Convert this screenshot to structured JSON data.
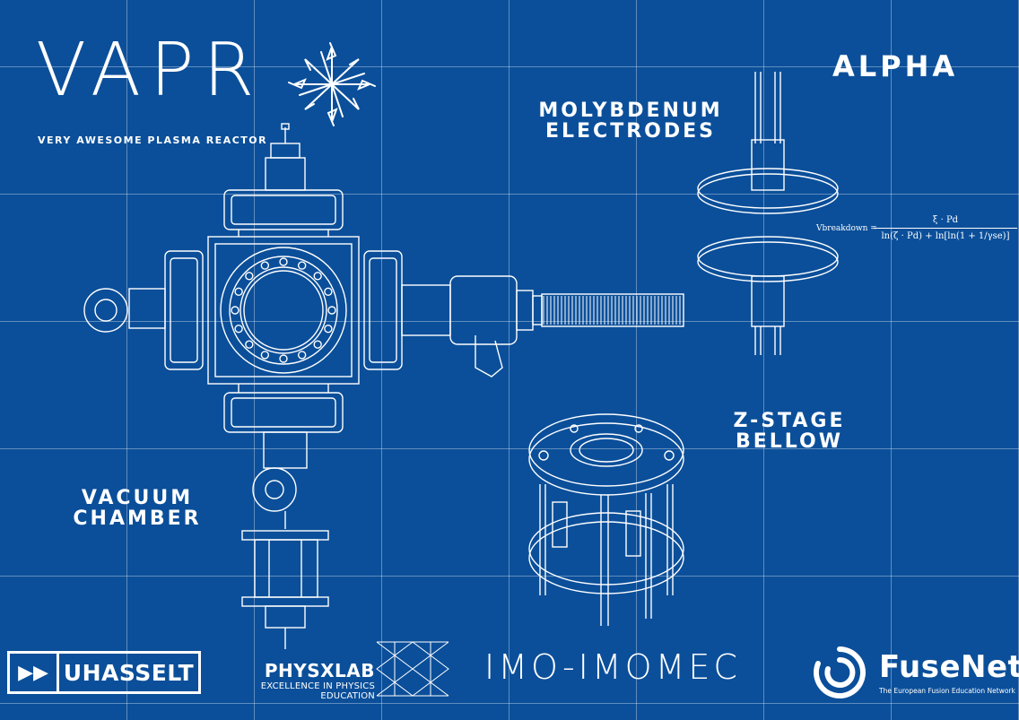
{
  "header": {
    "title": "VAPR",
    "subtitle": "VERY AWESOME PLASMA REACTOR"
  },
  "labels": {
    "alpha": "ALPHA",
    "molybdenum": "MOLYBDENUM\nELECTRODES",
    "zstage": "Z-STAGE\nBELLOW",
    "vacuum": "VACUUM\nCHAMBER"
  },
  "formula": {
    "lhs": "Vbreakdown =",
    "numerator": "ξ · Pd",
    "denominator": "ln(ζ · Pd) + ln[ln(1 + 1/γse)]"
  },
  "logos": {
    "uhasselt": "UHASSELT",
    "physxlab_name": "PHYSXLAB",
    "physxlab_tagline": "EXCELLENCE IN PHYSICS EDUCATION",
    "imo": "IMO-IMOMEC",
    "fusenet_name": "FuseNet",
    "fusenet_tagline": "The European Fusion Education Network"
  },
  "icons": [
    "plasma-burst-icon",
    "fast-forward-icon",
    "physxlab-lattice-icon",
    "fusenet-swirl-icon"
  ],
  "colors": {
    "background": "#0b4f9a",
    "lines": "#ffffff"
  }
}
